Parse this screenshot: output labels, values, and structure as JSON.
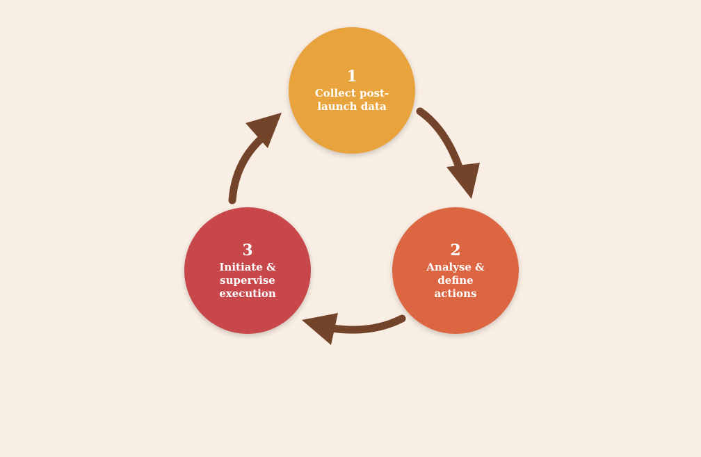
{
  "steps": [
    {
      "number": "1",
      "label": "Collect post-launch data",
      "color": "#e8a33d"
    },
    {
      "number": "2",
      "label": "Analyse & define actions",
      "color": "#dc6641"
    },
    {
      "number": "3",
      "label": "Initiate & supervise execution",
      "color": "#c8474b"
    }
  ],
  "arrow_color": "#73432a"
}
